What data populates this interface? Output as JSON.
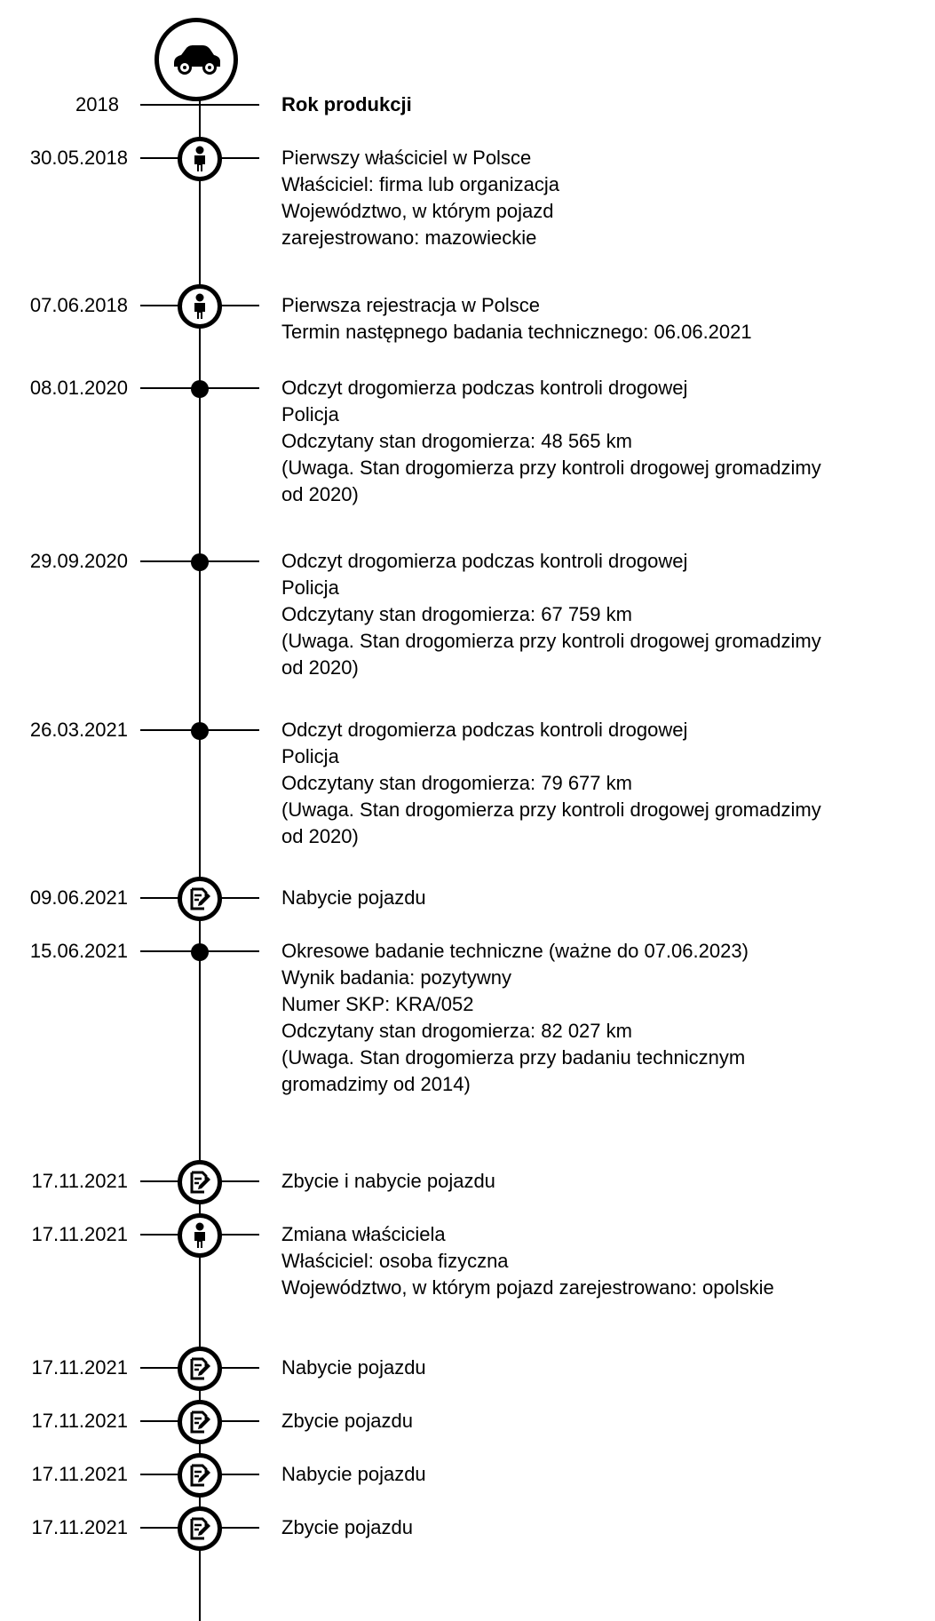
{
  "timeline": {
    "top_icon": "car-icon",
    "events": [
      {
        "date": "2018",
        "icon": "none",
        "bold": true,
        "lines": [
          "Rok produkcji"
        ]
      },
      {
        "date": "30.05.2018",
        "icon": "person-icon",
        "lines": [
          "Pierwszy właściciel w Polsce",
          "Właściciel: firma lub organizacja",
          "Województwo, w którym pojazd",
          "zarejestrowano: mazowieckie"
        ]
      },
      {
        "date": "07.06.2018",
        "icon": "person-icon",
        "lines": [
          "Pierwsza rejestracja w Polsce",
          "Termin następnego badania technicznego: 06.06.2021"
        ]
      },
      {
        "date": "08.01.2020",
        "icon": "dot",
        "lines": [
          "Odczyt drogomierza podczas kontroli drogowej",
          "Policja",
          "Odczytany stan drogomierza: 48 565 km",
          "(Uwaga. Stan drogomierza przy kontroli drogowej gromadzimy",
          "od 2020)"
        ]
      },
      {
        "date": "29.09.2020",
        "icon": "dot",
        "lines": [
          "Odczyt drogomierza podczas kontroli drogowej",
          "Policja",
          "Odczytany stan drogomierza: 67 759 km",
          "(Uwaga. Stan drogomierza przy kontroli drogowej gromadzimy",
          "od 2020)"
        ]
      },
      {
        "date": "26.03.2021",
        "icon": "dot",
        "lines": [
          "Odczyt drogomierza podczas kontroli drogowej",
          "Policja",
          "Odczytany stan drogomierza: 79 677 km",
          "(Uwaga. Stan drogomierza przy kontroli drogowej gromadzimy",
          "od 2020)"
        ]
      },
      {
        "date": "09.06.2021",
        "icon": "document-edit-icon",
        "lines": [
          "Nabycie pojazdu"
        ]
      },
      {
        "date": "15.06.2021",
        "icon": "dot",
        "lines": [
          "Okresowe badanie techniczne (ważne do 07.06.2023)",
          "Wynik badania: pozytywny",
          "Numer SKP: KRA/052",
          "Odczytany stan drogomierza: 82 027 km",
          "(Uwaga. Stan drogomierza przy badaniu technicznym",
          "gromadzimy od 2014)"
        ]
      },
      {
        "date": "17.11.2021",
        "icon": "document-edit-icon",
        "lines": [
          "Zbycie i nabycie pojazdu"
        ]
      },
      {
        "date": "17.11.2021",
        "icon": "person-icon",
        "lines": [
          "Zmiana właściciela",
          "Właściciel: osoba fizyczna",
          "Województwo, w którym pojazd zarejestrowano: opolskie"
        ]
      },
      {
        "date": "17.11.2021",
        "icon": "document-edit-icon",
        "lines": [
          "Nabycie pojazdu"
        ]
      },
      {
        "date": "17.11.2021",
        "icon": "document-edit-icon",
        "lines": [
          "Zbycie pojazdu"
        ]
      },
      {
        "date": "17.11.2021",
        "icon": "document-edit-icon",
        "lines": [
          "Nabycie pojazdu"
        ]
      },
      {
        "date": "17.11.2021",
        "icon": "document-edit-icon",
        "lines": [
          "Zbycie pojazdu"
        ]
      }
    ]
  }
}
